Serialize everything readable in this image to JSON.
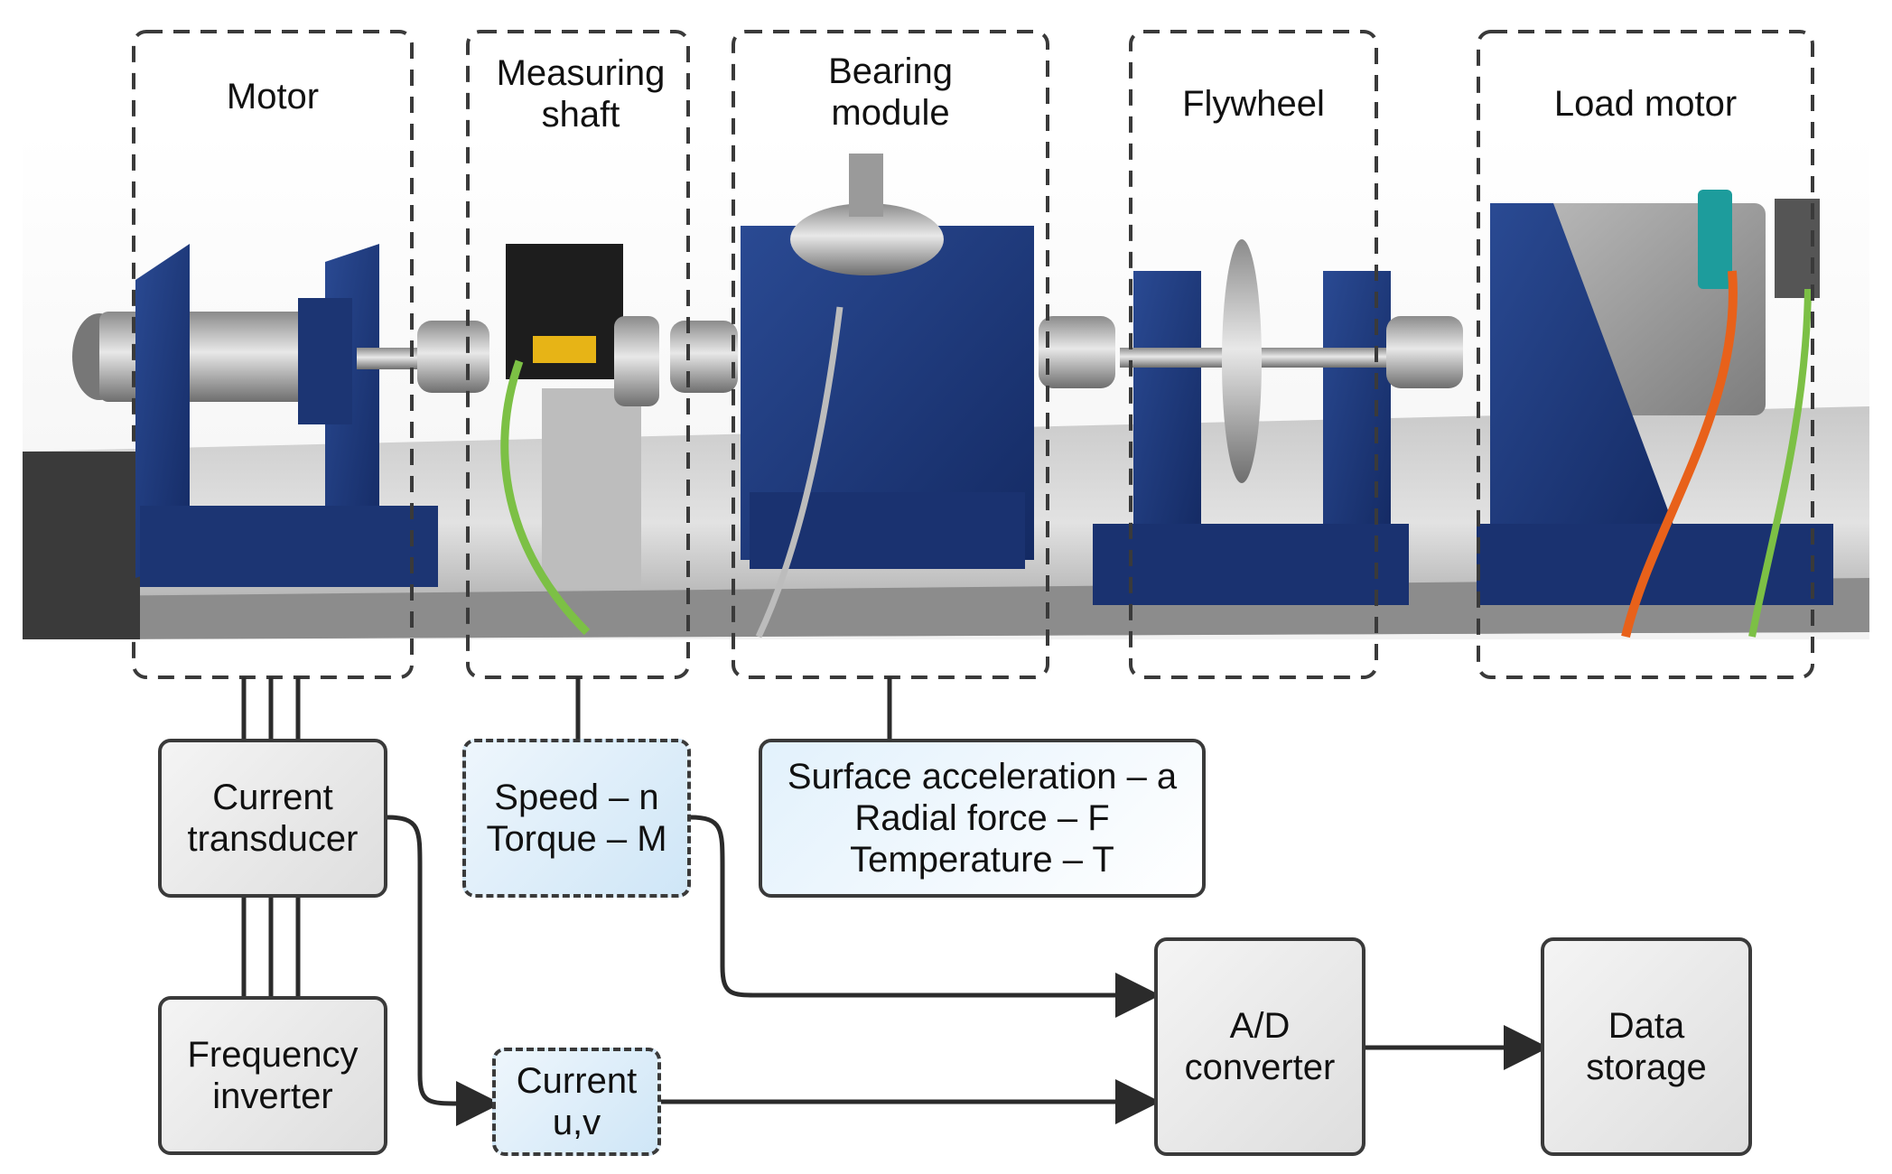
{
  "modules": [
    {
      "id": "motor",
      "label_lines": [
        "Motor"
      ]
    },
    {
      "id": "measuring-shaft",
      "label_lines": [
        "Measuring",
        "shaft"
      ]
    },
    {
      "id": "bearing-module",
      "label_lines": [
        "Bearing",
        "module"
      ]
    },
    {
      "id": "flywheel",
      "label_lines": [
        "Flywheel"
      ]
    },
    {
      "id": "load-motor",
      "label_lines": [
        "Load motor"
      ]
    }
  ],
  "boxes": {
    "current_transducer": {
      "lines": [
        "Current",
        "transducer"
      ]
    },
    "frequency_inverter": {
      "lines": [
        "Frequency",
        "inverter"
      ]
    },
    "speed_torque": {
      "lines": [
        "Speed – n",
        "Torque – M"
      ]
    },
    "bearing_signals": {
      "lines": [
        "Surface acceleration – a",
        "Radial force – F",
        "Temperature – T"
      ]
    },
    "current_uv": {
      "lines": [
        "Current",
        "u,v"
      ]
    },
    "ad_converter": {
      "lines": [
        "A/D",
        "converter"
      ]
    },
    "data_storage": {
      "lines": [
        "Data",
        "storage"
      ]
    }
  },
  "colors": {
    "dashed_frame": "#3a3a3a",
    "connector": "#2b2b2b",
    "box_gray": "#e6e6e6",
    "box_blue": "#d4e9f8",
    "motor_blue": "#1f3a7a",
    "cable_green": "#7cc045",
    "cable_orange": "#e8611a"
  }
}
